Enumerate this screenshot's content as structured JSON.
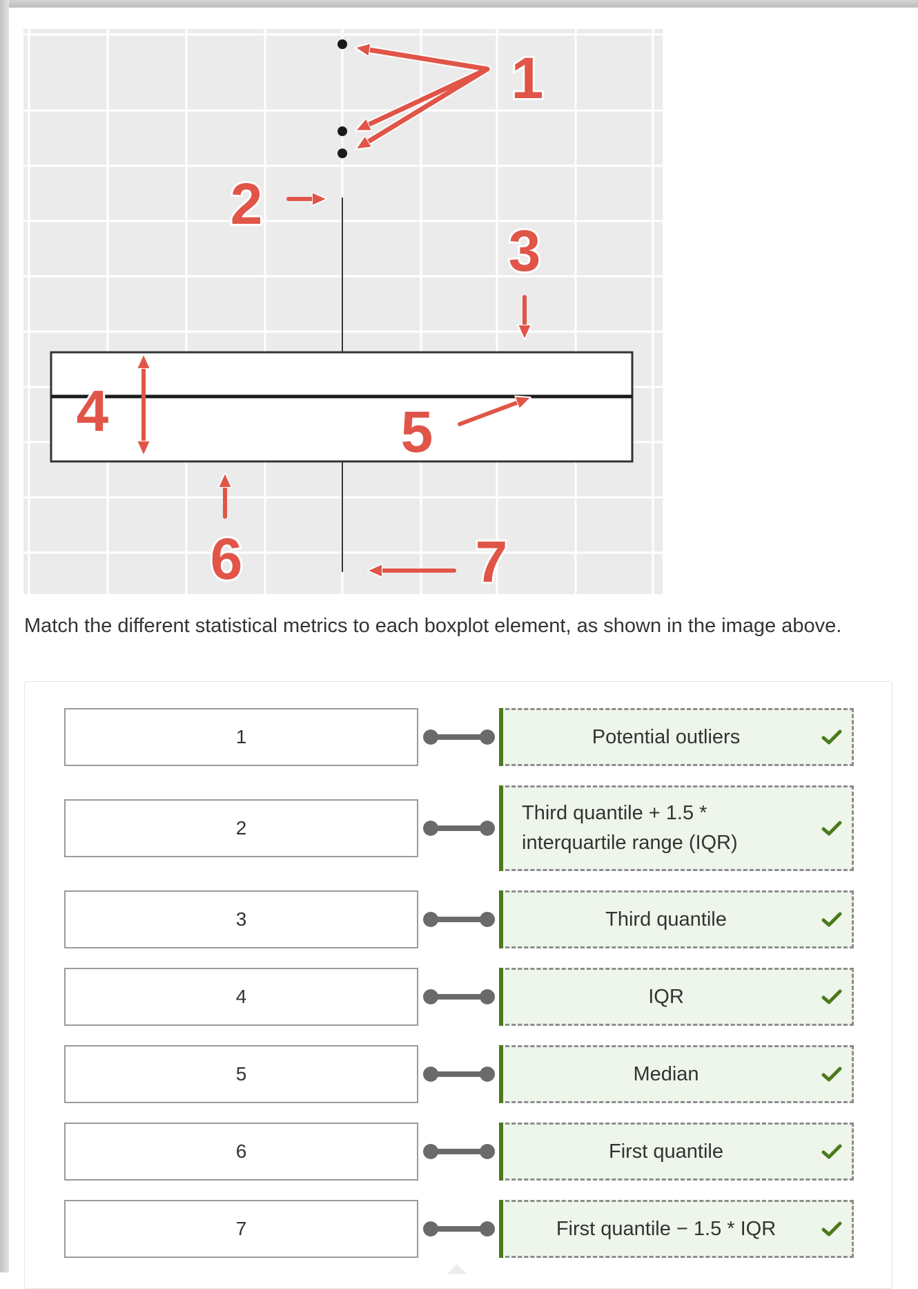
{
  "figure": {
    "labels": [
      "1",
      "2",
      "3",
      "4",
      "5",
      "6",
      "7"
    ]
  },
  "instruction": "Match the different statistical metrics to each boxplot element, as shown in the image above.",
  "matches": [
    {
      "item": "1",
      "answer": "Potential outliers",
      "correct": true
    },
    {
      "item": "2",
      "answer": "Third quantile + 1.5 * interquartile range (IQR)",
      "correct": true
    },
    {
      "item": "3",
      "answer": "Third quantile",
      "correct": true
    },
    {
      "item": "4",
      "answer": "IQR",
      "correct": true
    },
    {
      "item": "5",
      "answer": "Median",
      "correct": true
    },
    {
      "item": "6",
      "answer": "First quantile",
      "correct": true
    },
    {
      "item": "7",
      "answer": "First quantile − 1.5 * IQR",
      "correct": true
    }
  ],
  "colors": {
    "annotation": "#e05548",
    "correct_bar": "#4b7a1c",
    "answer_bg": "#eef5ea",
    "check": "#4b7a1c"
  }
}
